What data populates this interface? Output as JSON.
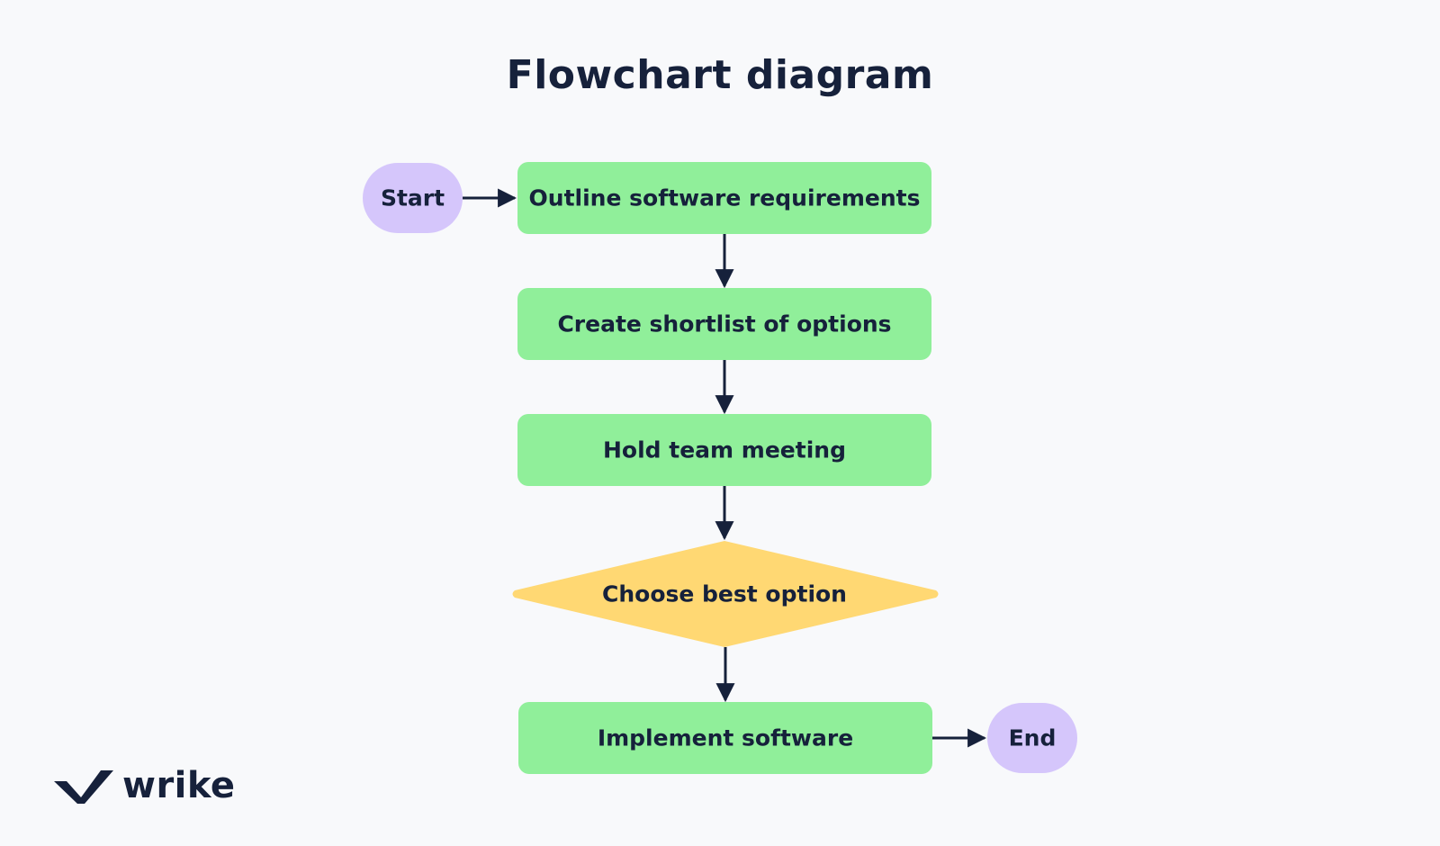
{
  "title": "Flowchart diagram",
  "nodes": {
    "start": "Start",
    "outline": "Outline software requirements",
    "shortlist": "Create shortlist of options",
    "meeting": "Hold team meeting",
    "choose": "Choose best option",
    "implement": "Implement software",
    "end": "End"
  },
  "logo": {
    "text": "wrike",
    "icon": "wrike-check-icon"
  },
  "colors": {
    "background": "#f8f9fb",
    "process": "#90ef9a",
    "decision": "#ffd873",
    "terminal": "#d5c6fb",
    "text": "#16213b",
    "connector": "#16213b"
  }
}
